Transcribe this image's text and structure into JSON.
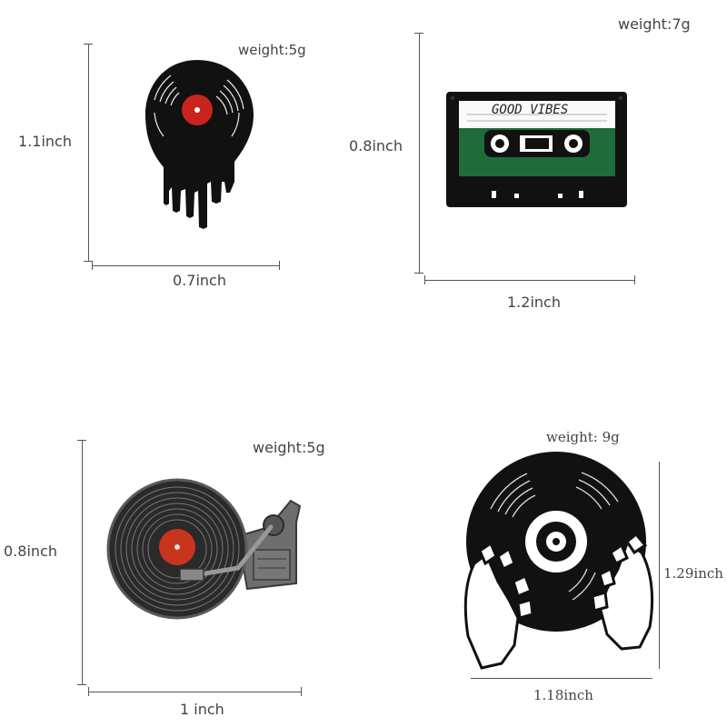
{
  "pins": [
    {
      "name": "dripping vinyl record",
      "weight": "weight:5g",
      "height": "1.1inch",
      "width": "0.7inch"
    },
    {
      "name": "cassette tape",
      "weight": "weight:7g",
      "height": "0.8inch",
      "width": "1.2inch",
      "tape_text": "GOOD VIBES"
    },
    {
      "name": "turntable",
      "weight": "weight:5g",
      "height": "0.8inch",
      "width": "1 inch"
    },
    {
      "name": "skeleton hands with vinyl",
      "weight": "weight: 9g",
      "height": "1.29inch",
      "width": "1.18inch"
    }
  ],
  "colors": {
    "black": "#111111",
    "record_red": "#c8231e",
    "cassette_green": "#1f6b3a",
    "metal": "#5a5a5a"
  }
}
